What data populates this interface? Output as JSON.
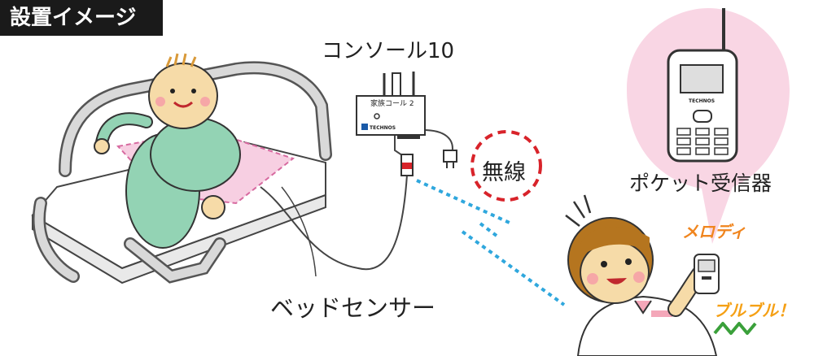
{
  "title": "設置イメージ",
  "labels": {
    "console": "コンソール10",
    "receiver": "ポケット受信器",
    "sensor": "ベッドセンサー",
    "wireless": "無線",
    "melody": "メロディ",
    "buruburu": "ブルブル！"
  },
  "device": {
    "console_text": "家族コール 2",
    "brand": "TECHNOS"
  },
  "colors": {
    "bubble": "#f9d6e4",
    "sensor_pad": "#f7cfe2",
    "wireless_circle": "#d8232a",
    "signal": "#2fa7dd",
    "melody": "#f0851e",
    "buru": "#f5a015",
    "vibration": "#3aa03a",
    "patient_clothes": "#93d3b4"
  }
}
